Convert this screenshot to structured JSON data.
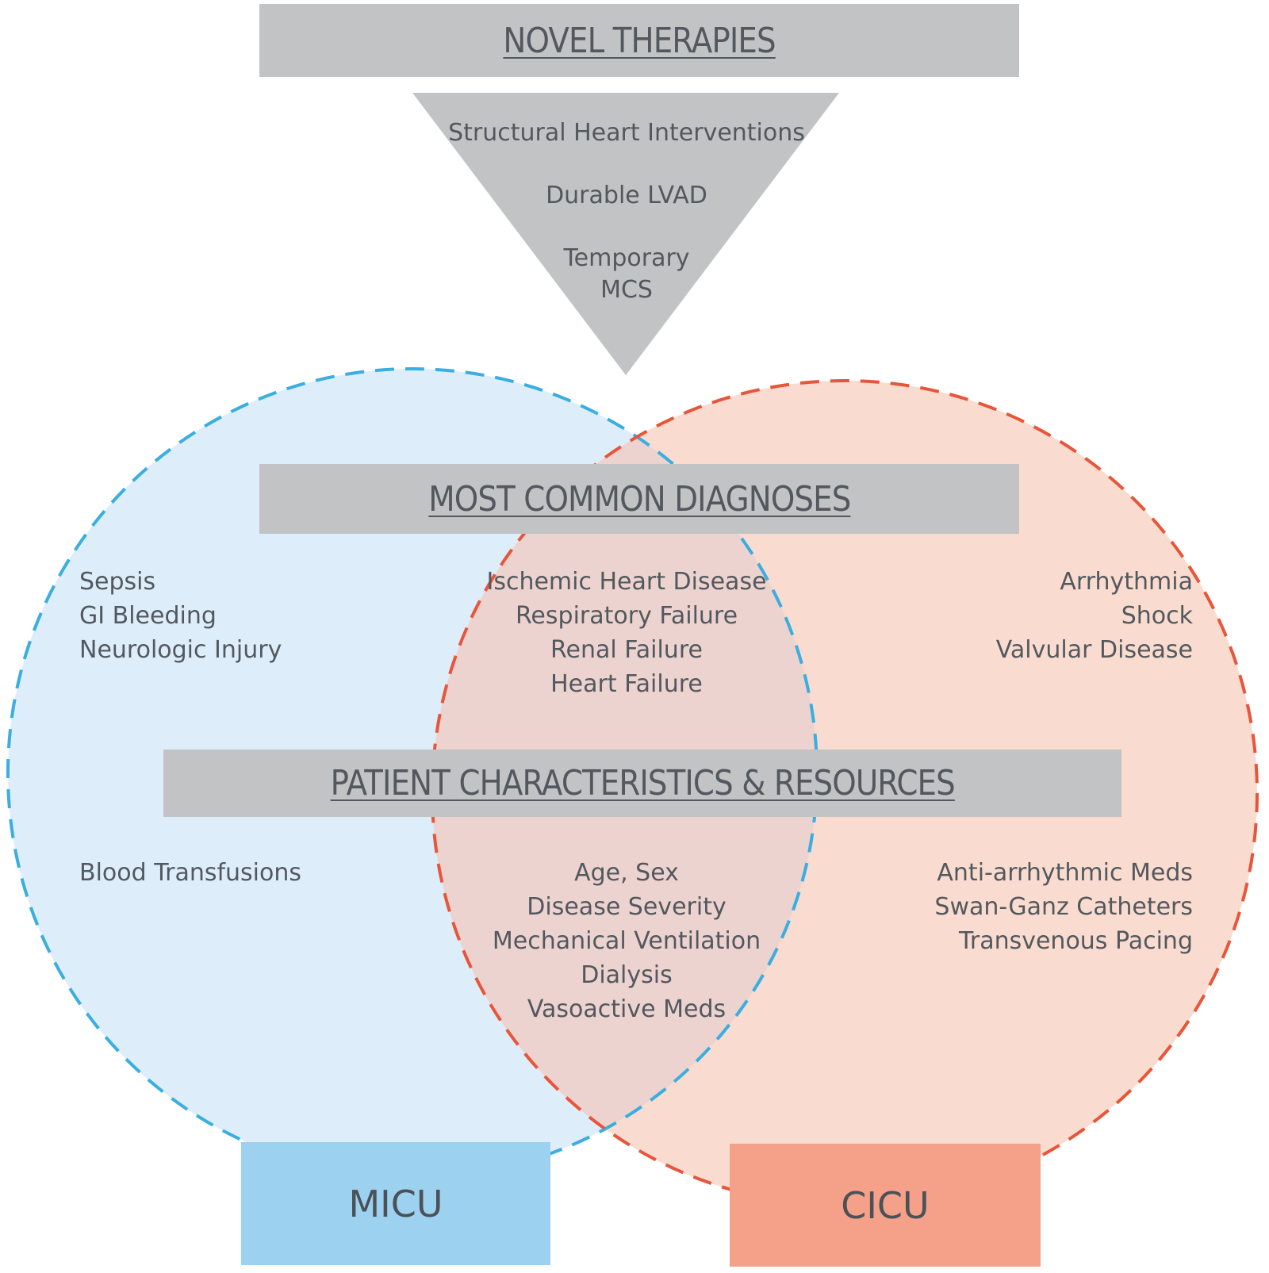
{
  "novel_therapies": {
    "title": "NOVEL THERAPIES",
    "items": [
      "Structural Heart Interventions",
      "Durable LVAD",
      "Temporary",
      "MCS"
    ]
  },
  "diagnoses": {
    "title": "MOST COMMON DIAGNOSES",
    "micu": [
      "Sepsis",
      "GI Bleeding",
      "Neurologic Injury"
    ],
    "shared": [
      "Ischemic Heart Disease",
      "Respiratory Failure",
      "Renal Failure",
      "Heart Failure"
    ],
    "cicu": [
      "Arrhythmia",
      "Shock",
      "Valvular Disease"
    ]
  },
  "resources": {
    "title": "PATIENT CHARACTERISTICS & RESOURCES",
    "micu": [
      "Blood Transfusions"
    ],
    "shared": [
      "Age, Sex",
      "Disease Severity",
      "Mechanical Ventilation",
      "Dialysis",
      "Vasoactive Meds"
    ],
    "cicu": [
      "Anti-arrhythmic Meds",
      "Swan-Ganz Catheters",
      "Transvenous Pacing"
    ]
  },
  "units": {
    "micu": "MICU",
    "cicu": "CICU"
  },
  "colors": {
    "micu_fill": "#ddeefa",
    "micu_stroke": "#3aaee0",
    "micu_box": "#9dd1f0",
    "cicu_fill": "#f9dccf",
    "cicu_stroke": "#e8553b",
    "cicu_box": "#f5a088",
    "overlap_fill": "#ecd3d0",
    "band": "#c1c3c5"
  }
}
